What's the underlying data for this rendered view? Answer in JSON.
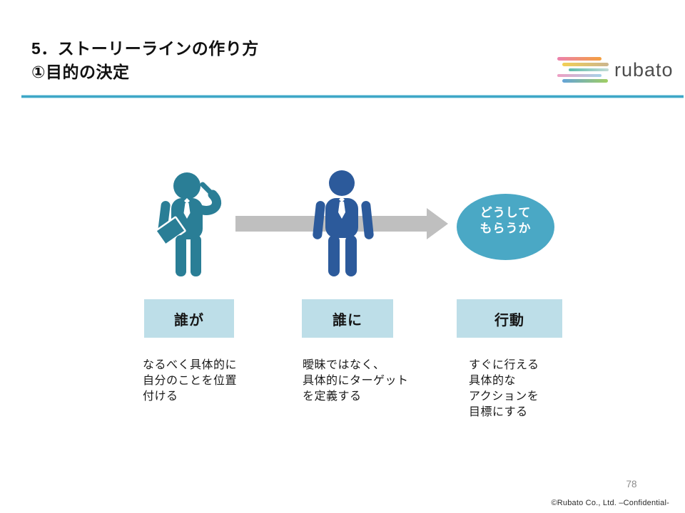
{
  "header": {
    "title_line1": "5．ストーリーラインの作り方",
    "title_line2": "①目的の決定"
  },
  "logo": {
    "brand": "rubato",
    "stripes": [
      [
        "#EC81AE",
        "#F4A03E"
      ],
      [
        "#F2CF55",
        "#CBB58E"
      ],
      [
        "#5FBCAB",
        "#C2DCD6"
      ],
      [
        "#EF9EC3",
        "#A5D3E8"
      ],
      [
        "#64A3D8",
        "#A0CE62"
      ]
    ]
  },
  "diagram": {
    "bubble": {
      "line1": "どうして",
      "line2": "もらうか"
    },
    "columns": [
      {
        "label": "誰が",
        "description": "なるべく具体的に\n自分のことを位置\n付ける"
      },
      {
        "label": "誰に",
        "description": "曖昧ではなく、\n具体的にターゲット\nを定義する"
      },
      {
        "label": "行動",
        "description": "すぐに行える\n具体的な\nアクションを\n目標にする"
      }
    ]
  },
  "footer": {
    "page_number": "78",
    "copyright": "©Rubato Co., Ltd. –Confidential-"
  },
  "colors": {
    "accent_line": "#3FA7C7",
    "interviewer": "#2A7E96",
    "target_person": "#2C5A9B",
    "bubble": "#4AA8C5",
    "label_box": "#BDDEE8",
    "arrow": "#BFBFBF",
    "logo_text": "#4D4D4D"
  }
}
